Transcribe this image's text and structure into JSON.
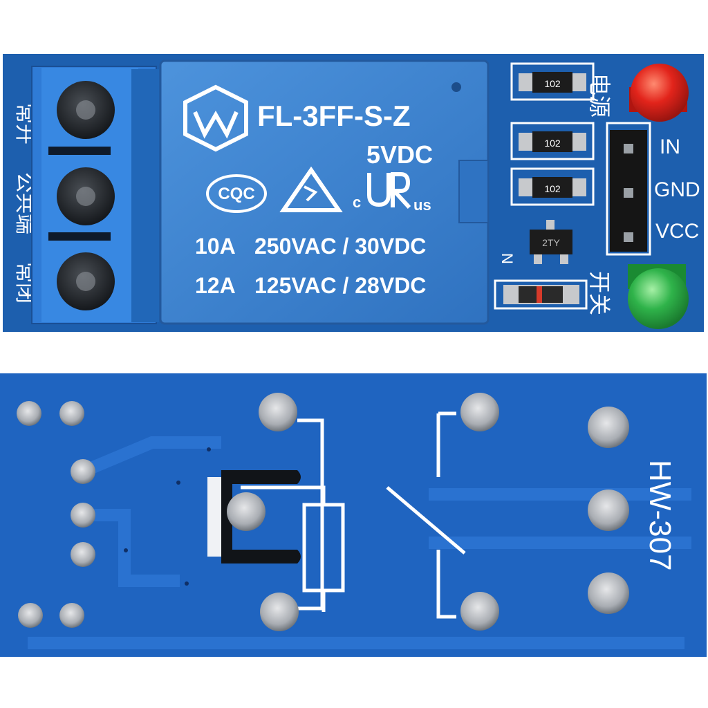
{
  "top_board": {
    "relay": {
      "model": "FL-3FF-S-Z",
      "coil_voltage": "5VDC",
      "cert_left": "CQC",
      "cert_c": "c",
      "cert_us": "us",
      "rating_1_current": "10A",
      "rating_1_voltage": "250VAC / 30VDC",
      "rating_2_current": "12A",
      "rating_2_voltage": "125VAC / 28VDC"
    },
    "terminal_labels": {
      "left_top": "常开",
      "left_mid": "公共端",
      "left_bottom": "常闭"
    },
    "resistors": [
      "102",
      "102",
      "102"
    ],
    "transistor": "2TY",
    "side_label_power": "电源",
    "side_label_switch": "开关",
    "diode_label": "N",
    "pins": [
      "IN",
      "GND",
      "VCC"
    ],
    "colors": {
      "pcb": "#1d5fae",
      "relay": "#3d87d4",
      "led_power": "#e2241b",
      "led_switch": "#2fb34a"
    }
  },
  "bottom_board": {
    "label": "HW-307",
    "colors": {
      "pcb": "#1f64c0",
      "silkscreen": "#ffffff"
    }
  }
}
